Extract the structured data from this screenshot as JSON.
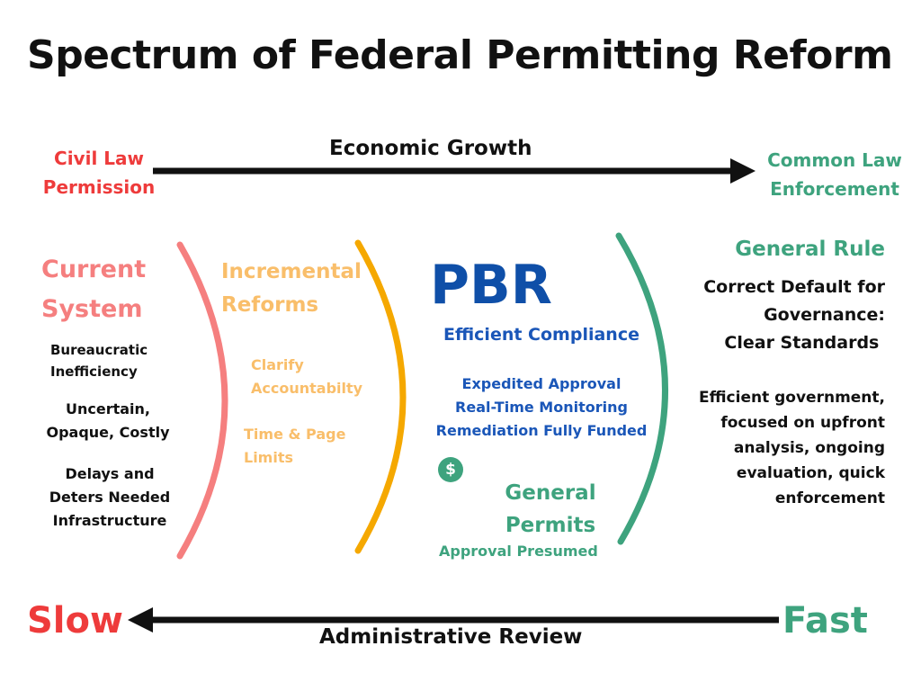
{
  "title": "Spectrum of Federal Permitting Reform",
  "top_axis": {
    "label": "Economic Growth",
    "left_end": "Civil Law\nPermission",
    "right_end": "Common Law\nEnforcement"
  },
  "bottom_axis": {
    "label": "Administrative Review",
    "left_end": "Slow",
    "right_end": "Fast"
  },
  "current_system": {
    "heading": "Current\nSystem",
    "items": [
      "Bureaucratic\nInefficiency",
      "Uncertain,\nOpaque, Costly",
      "Delays and\nDeters Needed\nInfrastructure"
    ]
  },
  "incremental_reforms": {
    "heading": "Incremental\nReforms",
    "items": [
      "Clarify\n Accountabilty",
      "Time & Page\nLimits"
    ]
  },
  "pbr": {
    "heading": "PBR",
    "subheading": "Efficient Compliance",
    "items": [
      "Expedited Approval",
      "Real-Time Monitoring",
      "Remediation Fully Funded"
    ],
    "dollar_symbol": "$"
  },
  "general_permits": {
    "heading": "General\nPermits",
    "subheading": "Approval Presumed"
  },
  "general_rule": {
    "heading": "General Rule",
    "statement": "Correct Default for\nGovernance:\nClear Standards ",
    "description": "Efficient government,\nfocused on upfront\nanalysis, ongoing\nevaluation, quick\nenforcement"
  },
  "colors": {
    "current_system_arc": "#f57f7f",
    "incremental_arc": "#f5a800",
    "pbr_arc": "#3ea37e",
    "arrow": "#111111"
  }
}
